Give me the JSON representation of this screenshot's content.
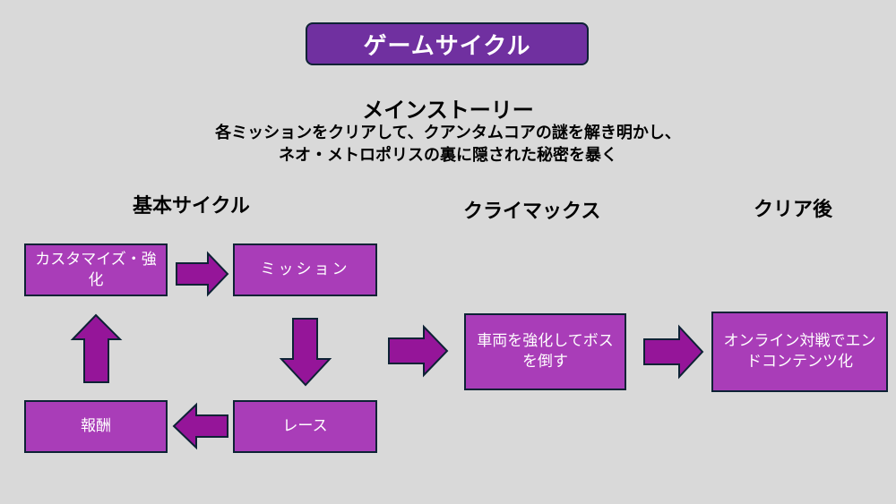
{
  "title": "ゲームサイクル",
  "main_story": {
    "heading": "メインストーリー",
    "description_line1": "各ミッションをクリアして、クアンタムコアの謎を解き明かし、",
    "description_line2": "ネオ・メトロポリスの裏に隠された秘密を暴く"
  },
  "sections": {
    "basic_cycle": {
      "label": "基本サイクル",
      "nodes": {
        "customize": "カスタマイズ・強化",
        "mission": "ミッション",
        "race": "レース",
        "reward": "報酬"
      }
    },
    "climax": {
      "label": "クライマックス",
      "node": "車両を強化してボスを倒す"
    },
    "post_clear": {
      "label": "クリア後",
      "node": "オンライン対戦でエンドコンテンツ化"
    }
  },
  "flow": [
    {
      "from": "customize",
      "to": "mission",
      "direction": "right"
    },
    {
      "from": "mission",
      "to": "race",
      "direction": "down"
    },
    {
      "from": "race",
      "to": "reward",
      "direction": "left"
    },
    {
      "from": "reward",
      "to": "customize",
      "direction": "up"
    },
    {
      "from": "basic_cycle",
      "to": "climax",
      "direction": "right"
    },
    {
      "from": "climax",
      "to": "post_clear",
      "direction": "right"
    }
  ],
  "colors": {
    "background": "#d9d9d9",
    "title_fill": "#7030a0",
    "node_fill": "#a93db8",
    "arrow_fill": "#951599",
    "outline": "#0d2235",
    "text_light": "#ffffff",
    "text_dark": "#000000"
  }
}
